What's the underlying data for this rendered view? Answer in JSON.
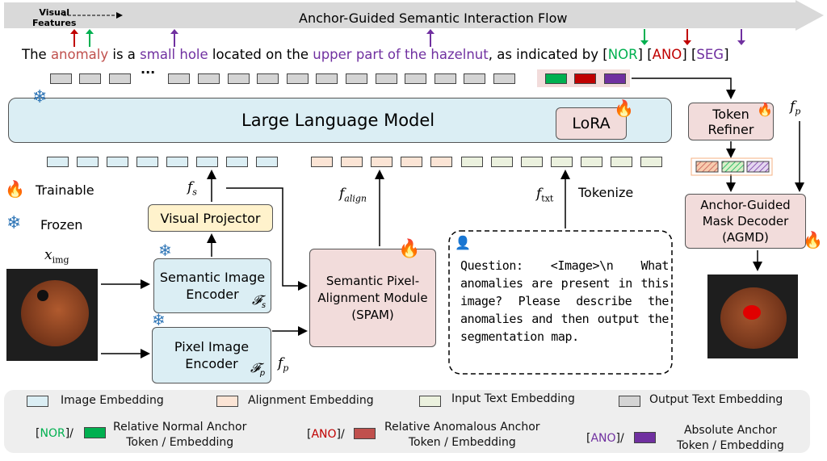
{
  "flow": {
    "title": "Anchor-Guided Semantic Interaction Flow",
    "visual_features": "Visual\nFeatures"
  },
  "sentence": {
    "p1": "The ",
    "p2": "anomaly",
    "p3": " is a ",
    "p4": "small hole",
    "p5": " located on the ",
    "p6": "upper part of the hazelnut",
    "p7": ", as indicated by ",
    "nor": "NOR",
    "ano": "ANO",
    "seg": "SEG"
  },
  "llm": {
    "title": "Large Language Model",
    "lora": "LoRA"
  },
  "token_refiner": "Token\nRefiner",
  "agmd": "Anchor-Guided\nMask Decoder\n(AGMD)",
  "labels": {
    "fp": "f",
    "fp_sub": "p",
    "fs": "f",
    "fs_sub": "s",
    "falign": "f",
    "falign_sub": "align",
    "ftxt": "f",
    "ftxt_sub": "txt",
    "tokenize": "Tokenize",
    "ximg": "x",
    "ximg_sub": "img",
    "fp2": "f",
    "fp2_sub": "p"
  },
  "status": {
    "trainable": "Trainable",
    "frozen": "Frozen"
  },
  "visual_projector": "Visual Projector",
  "semantic_encoder": "Semantic Image\nEncoder",
  "semantic_sym": "𝓕",
  "semantic_sub": "s",
  "pixel_encoder": "Pixel Image\nEncoder",
  "pixel_sym": "𝓕",
  "pixel_sub": "p",
  "spam": "Semantic Pixel-\nAlignment Module\n(SPAM)",
  "question": "Question: <Image>\\n What anomalies are present in this image? Please describe the anomalies and then output the segmentation map.",
  "legend": {
    "image": "Image Embedding",
    "alignment": "Alignment Embedding",
    "input_text": "Input Text Embedding",
    "output_text": "Output Text Embedding",
    "nor_tag": "NOR",
    "nor_desc": "Relative Normal Anchor\nToken / Embedding",
    "ano_tag": "ANO",
    "ano_desc": "Relative Anomalous Anchor\nToken / Embedding",
    "abs_tag": "ANO",
    "abs_desc": "Absolute Anchor\nToken / Embedding"
  },
  "colors": {
    "nor": "#00b050",
    "ano": "#c00000",
    "seg": "#7030a0",
    "anomaly_word": "#c0504d"
  }
}
